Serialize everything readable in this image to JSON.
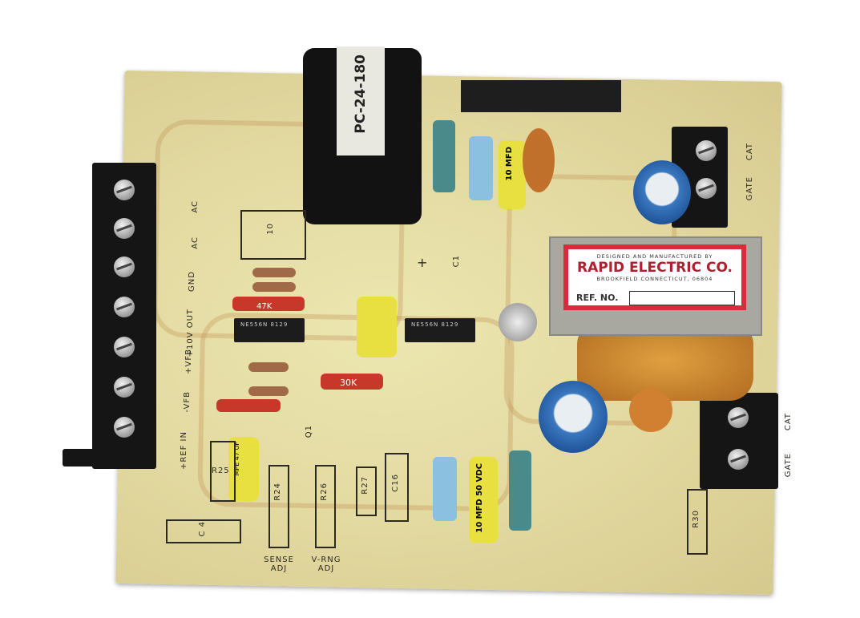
{
  "rating_label": {
    "line1": "DESIGNED AND MANUFACTURED BY",
    "company": "RAPID ELECTRIC CO.",
    "address": "BROOKFIELD CONNECTICUT, 06804",
    "ref_label": "REF. NO."
  },
  "transformer_label": "PC-24-180",
  "terminal_labels": [
    "AC",
    "AC",
    "GND",
    "+10V OUT",
    "+VFB",
    "-VFB",
    "+REF IN"
  ],
  "right_terminal_labels": [
    "CAT",
    "GATE",
    "CAT",
    "GATE"
  ],
  "silkscreen": {
    "r25": "R25",
    "r24": "R24",
    "r26": "R26",
    "r27": "R27",
    "c16": "C16",
    "r30": "R30",
    "c4": "C 4",
    "q1": "Q1",
    "ten": "10",
    "sense_adj": "SENSE ADJ",
    "v_rng_adj": "V-RNG ADJ",
    "c1": "C1",
    "plus": "+"
  },
  "components": {
    "ic1": "NE556N 8129",
    "ic2": "NE556N 8129",
    "res_30k": "30K",
    "res_47k": "47K",
    "cap_yellow_top": "10 MFD",
    "cap_yellow_bottom": "10 MFD 50 VDC",
    "cap_small_yellow": "MPE 47 UF"
  },
  "colors": {
    "board": "#e2d9a0",
    "terminal": "#151515",
    "label_border": "#d92b3b",
    "electrolytic": "#2a63ad"
  }
}
